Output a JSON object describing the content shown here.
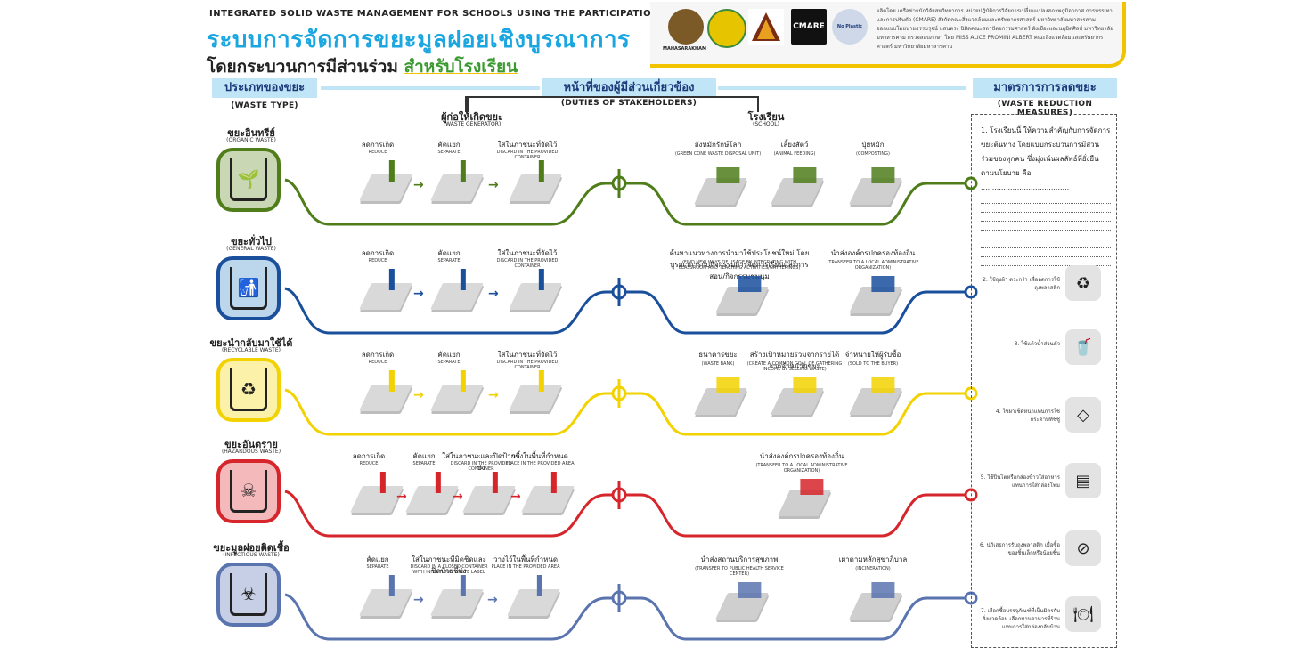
{
  "header": {
    "subtitle_en": "INTEGRATED SOLID WASTE MANAGEMENT FOR SCHOOLS USING THE PARTICIPATION PROCESS",
    "title_th": "ระบบการจัดการขยะมูลฝอยเชิงบูรณาการ",
    "subtitle_th": "โดยกระบวนการมีส่วนร่วม",
    "subtitle_th_highlight": "สำหรับโรงเรียน"
  },
  "credits": {
    "logos": [
      "MAHASARAKHAM",
      "",
      "",
      "CMARE",
      "No Plastic"
    ],
    "text": "ผลิตโดย เครือข่ายนักวิจัยสหวิทยาการ หน่วยปฏิบัติการวิจัยการเปลี่ยนแปลงสภาพภูมิอากาศ การบรรเทาและการปรับตัว (CMARE) สังกัดคณะสิ่งแวดล้อมและทรัพยากรศาสตร์ มหาวิทยาลัยมหาสารคาม ออกแบบโดยนายธรรมรุจน์ แสนตรง นิสิตคณะสถาปัตยกรรมศาสตร์ ผังเมืองและนฤมิตศิลป์ มหาวิทยาลัยมหาสารคาม ตรวจสอบภาษา โดย MISS ALICE PROMINI ALBERT คณะสิ่งแวดล้อมและทรัพยากรศาสตร์ มหาวิทยาลัยมหาสารคาม"
  },
  "sections": {
    "waste_type_th": "ประเภทของขยะ",
    "waste_type_en": "(WASTE TYPE)",
    "duties_th": "หน้าที่ของผู้มีส่วนเกี่ยวข้อง",
    "duties_en": "(DUTIES OF STAKEHOLDERS)",
    "generator_th": "ผู้ก่อให้เกิดขยะ",
    "generator_en": "(WASTE GENERATOR)",
    "school_th": "โรงเรียน",
    "school_en": "(SCHOOL)",
    "measures_th": "มาตรการการลดขยะ",
    "measures_en": "(WASTE REDUCTION MEASURES)"
  },
  "colors": {
    "organic": "#4f7d1a",
    "organic_bg": "#c9d7b4",
    "general": "#1a4f9c",
    "general_bg": "#bcd6ec",
    "recyclable": "#f2d200",
    "recyclable_bg": "#fbf1a8",
    "hazardous": "#d6262c",
    "hazardous_bg": "#f4b9bb",
    "infectious": "#5a74b0",
    "infectious_bg": "#c6cfe6"
  },
  "rows": [
    {
      "key": "organic",
      "title_th": "ขยะอินทรีย์",
      "title_en": "(ORGANIC WASTE)",
      "icon": "plant-icon",
      "glyph": "🌱",
      "gen_steps": [
        {
          "th": "ลดการเกิด",
          "en": "REDUCE"
        },
        {
          "th": "คัดแยก",
          "en": "SEPARATE"
        },
        {
          "th": "ใส่ในภาชนะที่จัดไว้",
          "en": "DISCARD IN THE PROVIDED CONTAINER"
        }
      ],
      "school_steps": [
        {
          "th": "ถังหมักรักษ์โลก",
          "en": "(GREEN CONE WASTE DISPOSAL UNIT)"
        },
        {
          "th": "เลี้ยงสัตว์",
          "en": "(ANIMAL FEEDING)"
        },
        {
          "th": "ปุ๋ยหมัก",
          "en": "(COMPOSTING)"
        }
      ]
    },
    {
      "key": "general",
      "title_th": "ขยะทั่วไป",
      "title_en": "(GENERAL WASTE)",
      "icon": "trash-person-icon",
      "glyph": "🚮",
      "gen_steps": [
        {
          "th": "ลดการเกิด",
          "en": "REDUCE"
        },
        {
          "th": "คัดแยก",
          "en": "SEPARATE"
        },
        {
          "th": "ใส่ในภาชนะที่จัดไว้",
          "en": "DISCARD IN THE PROVIDED CONTAINER"
        }
      ],
      "school_steps": [
        {
          "th": "ค้นหาแนวทางการนำมาใช้ประโยชน์ใหม่ โดยบูรณาการกับกิจกรรมการจัดการเรียนและการสอน/กิจกรรมชุมนุม",
          "en": "(FIND NEW WAYS OF USAGE BY INTEGRATING WITH CLASSROOM AND TEACHING ACTIVITIES/GATHERINGS)"
        },
        {
          "th": "นำส่งองค์กรปกครองท้องถิ่น",
          "en": "(TRANSFER TO A LOCAL ADMINISTRATIVE ORGANIZATION)"
        }
      ]
    },
    {
      "key": "recyclable",
      "title_th": "ขยะนำกลับมาใช้ได้",
      "title_en": "(RECYCLABLE WASTE)",
      "icon": "recycle-icon",
      "glyph": "♻",
      "gen_steps": [
        {
          "th": "ลดการเกิด",
          "en": "REDUCE"
        },
        {
          "th": "คัดแยก",
          "en": "SEPARATE"
        },
        {
          "th": "ใส่ในภาชนะที่จัดไว้",
          "en": "DISCARD IN THE PROVIDED CONTAINER"
        }
      ],
      "school_steps": [
        {
          "th": "ธนาคารขยะ",
          "en": "(WASTE BANK)"
        },
        {
          "th": "สร้างเป้าหมายร่วมจากรายได้จากจำหน่ายขยะ",
          "en": "(CREATE A COMMON GOAL OF GATHERING INCOME BY SELLING WASTE)"
        },
        {
          "th": "จำหน่ายให้ผู้รับซื้อ",
          "en": "(SOLD TO THE BUYER)"
        }
      ]
    },
    {
      "key": "hazardous",
      "title_th": "ขยะอันตราย",
      "title_en": "(HAZARDOUS WASTE)",
      "icon": "skull-icon",
      "glyph": "☠",
      "gen_steps": [
        {
          "th": "ลดการเกิด",
          "en": "REDUCE"
        },
        {
          "th": "คัดแยก",
          "en": "SEPARATE"
        },
        {
          "th": "ใส่ในภาชนะและปิดป้ายชี้บ่ง",
          "en": "DISCARD IN THE PROVIDED CONTAINER"
        },
        {
          "th": "วางในพื้นที่กำหนด",
          "en": "PLACE IN THE PROVIDED AREA"
        }
      ],
      "school_steps": [
        {
          "th": "นำส่งองค์กรปกครองท้องถิ่น",
          "en": "(TRANSFER TO A LOCAL ADMINISTRATIVE ORGANIZATION)"
        }
      ]
    },
    {
      "key": "infectious",
      "title_th": "ขยะมูลฝอยติดเชื้อ",
      "title_en": "(INFECTIOUS WASTE)",
      "icon": "biohazard-icon",
      "glyph": "☣",
      "gen_steps": [
        {
          "th": "คัดแยก",
          "en": "SEPARATE"
        },
        {
          "th": "ใส่ในภาชนะที่มิดชิดและปิดป้ายชี้บ่ง",
          "en": "DISCARD IN A CLOSED CONTAINER WITH INFECTIOUS WASTE LABEL"
        },
        {
          "th": "วางไว้ในพื้นที่กำหนด",
          "en": "PLACE IN THE PROVIDED AREA"
        }
      ],
      "school_steps": [
        {
          "th": "นำส่งสถานบริการสุขภาพ",
          "en": "(TRANSFER TO PUBLIC HEALTH SERVICE CENTER)"
        },
        {
          "th": "เผาตามหลักสุขาภิบาล",
          "en": "(INCINERATION)"
        }
      ]
    }
  ],
  "measures": {
    "m1": "1. โรงเรียนนี้ ให้ความสำคัญกับการจัดการขยะต้นทาง โดยแบบกระบวนการมีส่วนร่วมของทุกคน ซึ่งมุ่งเน้นผลลัพธ์ที่ยั่งยืน ตามนโยบาย คือ .......................................",
    "items": [
      {
        "text": "2. ใช้ถุงผ้า ตระกร้า เพื่อลดการใช้ถุงพลาสติก",
        "icon": "cloth-bag-icon",
        "glyph": "♻"
      },
      {
        "text": "3. ใช้แก้วน้ำส่วนตัว",
        "icon": "cup-icon",
        "glyph": "🥤"
      },
      {
        "text": "4. ใช้ผ้าเช็ดหน้าแทนการใช้กระดาษทิชชู่",
        "icon": "handkerchief-icon",
        "glyph": "◇"
      },
      {
        "text": "5. ใช้ปิ่นโตหรือกล่องข้าวใส่อาหาร แทนการใส่กล่องโฟม",
        "icon": "lunchbox-icon",
        "glyph": "▤"
      },
      {
        "text": "6. ปฏิเสธการรับถุงพลาสติก เมื่อซื้อของชิ้นเล็กหรือน้อยชิ้น",
        "icon": "no-bag-icon",
        "glyph": "⊘"
      },
      {
        "text": "7. เลือกซื้อบรรจุภัณฑ์ที่เป็นมิตรกับสิ่งแวดล้อม เลือกทานอาหารที่ร้านแทนการใส่กล่องกลับบ้าน",
        "icon": "restaurant-icon",
        "glyph": "🍽"
      }
    ]
  }
}
